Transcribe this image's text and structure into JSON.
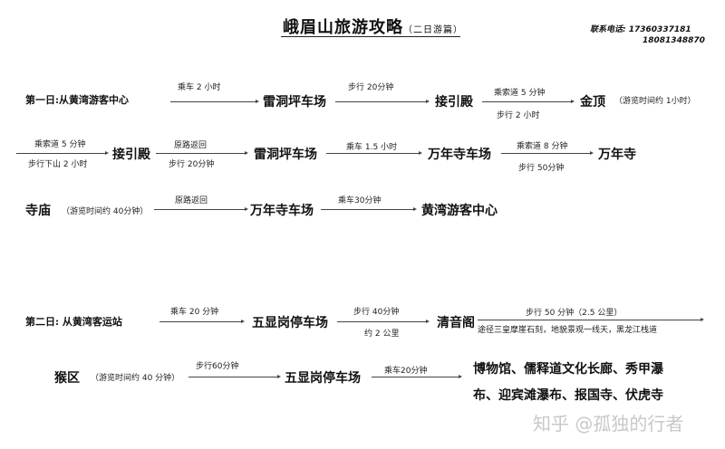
{
  "header": {
    "title": "峨眉山旅游攻略",
    "subtitle": "（二日游篇）",
    "contact_label": "联系电话:",
    "phone1": "17360337181",
    "phone2": "18081348870"
  },
  "day1": {
    "row1": {
      "start": "第一日:从黄湾游客中心",
      "a1": "乘车 2 小时",
      "n1": "雷洞坪车场",
      "a2": "步行 20分钟",
      "n2": "接引殿",
      "a3_top": "乘索道 5 分钟",
      "a3_bottom": "步行 2 小时",
      "n3": "金顶",
      "n3_note": "（游览时间约 1小时）"
    },
    "row2": {
      "a0_top": "乘索道 5 分钟",
      "a0_bottom": "步行下山 2 小时",
      "n1": "接引殿",
      "a1_top": "原路返回",
      "a1_bottom": "步行 20分钟",
      "n2": "雷洞坪车场",
      "a2": "乘车 1.5 小时",
      "n3": "万年寺车场",
      "a3_top": "乘索道 8 分钟",
      "a3_bottom": "步行 50分钟",
      "n4": "万年寺"
    },
    "row3": {
      "n0": "寺庙",
      "n0_note": "（游览时间约 40分钟）",
      "a1": "原路返回",
      "n1": "万年寺车场",
      "a2": "乘车30分钟",
      "n2": "黄湾游客中心"
    }
  },
  "day2": {
    "row1": {
      "start": "第二日: 从黄湾客运站",
      "a1": "乘车 20 分钟",
      "n1": "五显岗停车场",
      "a2_top": "步行 40分钟",
      "a2_bottom": "约 2 公里",
      "n2": "清音阁",
      "a3_top": "步行 50 分钟（2.5 公里）",
      "a3_bottom": "途径三皇摩崖石刻，地貌景观一线天，黑龙江栈道"
    },
    "row2": {
      "n0": "猴区",
      "n0_note": "（游览时间约 40 分钟）",
      "a1": "步行60分钟",
      "n1": "五显岗停车场",
      "a2": "乘车20分钟",
      "dest_line1": "博物馆、儒释道文化长廊、秀甲瀑",
      "dest_line2": "布、迎宾滩瀑布、报国寺、伏虎寺"
    }
  },
  "watermark": "知乎 @孤独的行者"
}
